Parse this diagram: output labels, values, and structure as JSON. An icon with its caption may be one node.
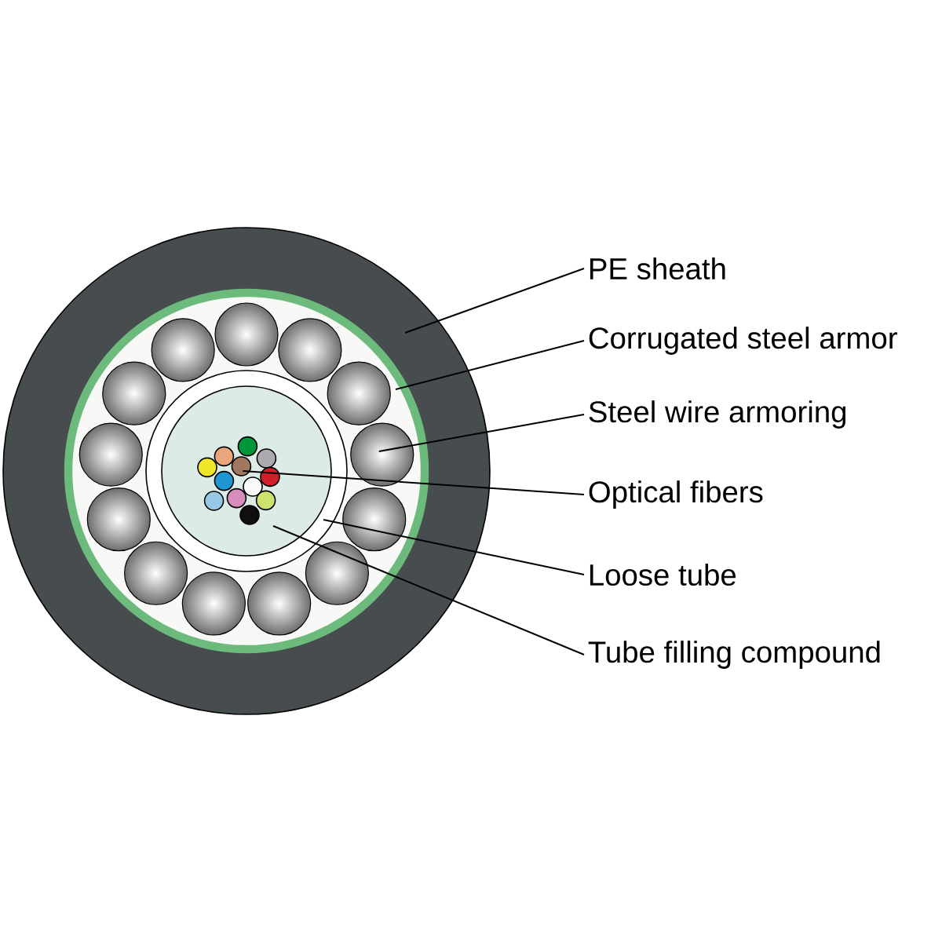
{
  "diagram": {
    "nodes": [
      {
        "text": [
          "PE sheath"
        ]
      },
      {
        "text": [
          "Corrugated steel armor"
        ]
      },
      {
        "text": [
          "Steel wire armoring"
        ]
      },
      {
        "text": [
          "Optical fibers"
        ]
      },
      {
        "text": [
          "Loose tube"
        ]
      },
      {
        "text": [
          "Tube filling compound"
        ]
      },
      {
        "text": [],
        "shape": "circle"
      },
      {
        "text": [],
        "shape": "circle",
        "in": 6
      },
      {
        "text": [],
        "shape": "circle",
        "in": 7
      },
      {
        "text": [],
        "shape": "circle",
        "in": 7
      },
      {
        "text": [],
        "shape": "circle",
        "in": 11
      },
      {
        "text": [],
        "shape": "circle",
        "in": 9
      },
      {
        "text": [],
        "shape": "circle",
        "in": 7
      },
      {
        "text": [],
        "shape": "circle",
        "in": 7
      },
      {
        "text": [],
        "shape": "circle",
        "in": 7
      },
      {
        "text": [],
        "shape": "circle",
        "in": 7
      },
      {
        "text": [],
        "shape": "circle",
        "in": 7
      },
      {
        "text": [],
        "shape": "circle",
        "in": 7
      },
      {
        "text": [],
        "shape": "circle",
        "in": 7
      },
      {
        "text": [],
        "shape": "circle",
        "in": 7
      },
      {
        "text": [],
        "shape": "circle",
        "in": 7
      },
      {
        "text": [],
        "shape": "circle",
        "in": 7
      },
      {
        "text": [],
        "shape": "circle",
        "in": 7
      },
      {
        "text": [],
        "shape": "circle",
        "in": 7
      },
      {
        "text": [],
        "shape": "circle",
        "in": 11
      },
      {
        "text": [],
        "shape": "circle",
        "in": 11
      },
      {
        "text": [],
        "shape": "circle",
        "in": 11
      },
      {
        "text": [],
        "shape": "circle",
        "in": 11
      },
      {
        "text": [],
        "shape": "circle",
        "in": 11
      },
      {
        "text": [],
        "shape": "circle",
        "in": 11
      },
      {
        "text": [],
        "shape": "circle",
        "in": 11
      },
      {
        "text": [],
        "shape": "circle",
        "in": 11
      },
      {
        "text": [],
        "shape": "circle",
        "in": 11
      },
      {
        "text": [],
        "shape": "circle",
        "in": 11
      },
      {
        "text": [],
        "shape": "circle",
        "in": 11
      }
    ],
    "edges": [
      {
        "from": 0,
        "to": 6,
        "arrow": "none"
      },
      {
        "from": 1,
        "to": 7,
        "arrow": "none"
      },
      {
        "from": 2,
        "to": 8,
        "arrow": "none"
      },
      {
        "from": 3,
        "to": 10,
        "arrow": "none"
      },
      {
        "from": 4,
        "to": 9,
        "arrow": "none"
      },
      {
        "from": 5,
        "to": 11,
        "arrow": "none"
      }
    ]
  }
}
